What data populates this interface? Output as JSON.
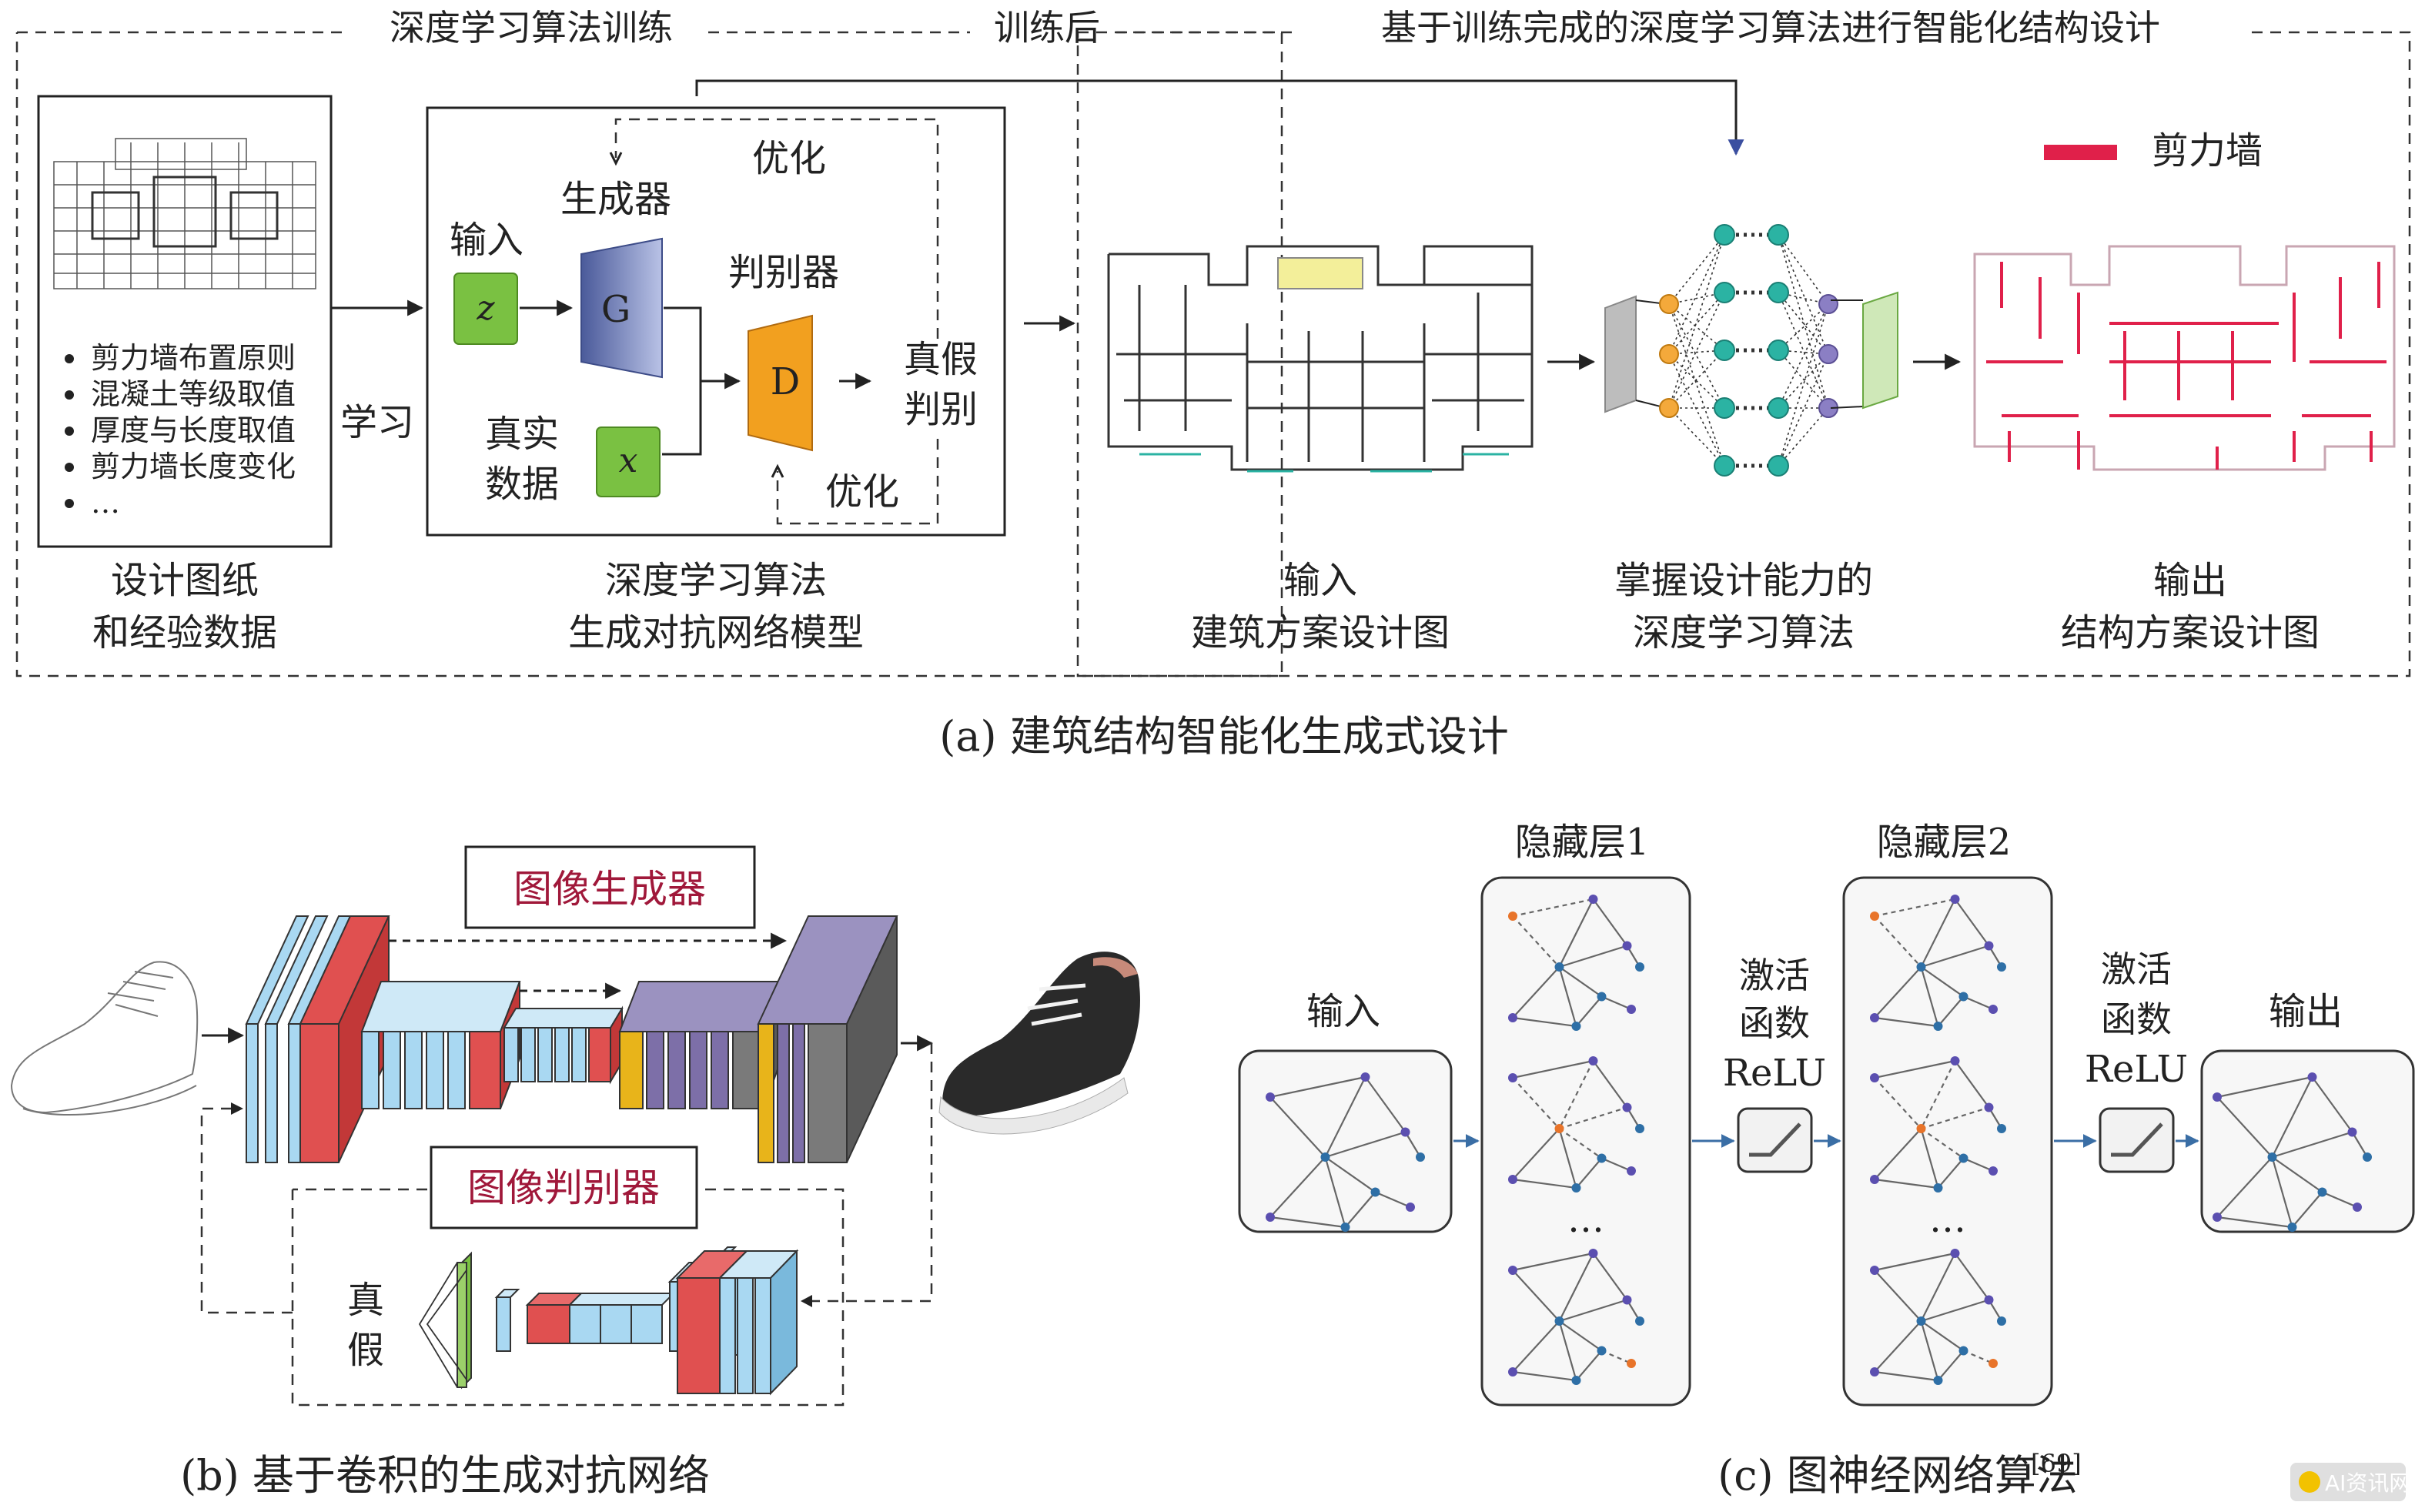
{
  "panel_a": {
    "stage_training": "深度学习算法训练",
    "stage_after": "训练后",
    "stage_design": "基于训练完成的深度学习算法进行智能化结构设计",
    "drawing_bullets": [
      "剪力墙布置原则",
      "混凝土等级取值",
      "厚度与长度取值",
      "剪力墙长度变化",
      "…"
    ],
    "drawing_caption_1": "设计图纸",
    "drawing_caption_2": "和经验数据",
    "learn_label": "学习",
    "gan": {
      "optimize_top": "优化",
      "generator": "生成器",
      "input": "输入",
      "z": "z",
      "g": "G",
      "discriminator": "判别器",
      "d": "D",
      "real_1": "真实",
      "real_2": "数据",
      "x": "x",
      "judge_1": "真假",
      "judge_2": "判别",
      "optimize_bottom": "优化"
    },
    "gan_caption_1": "深度学习算法",
    "gan_caption_2": "生成对抗网络模型",
    "legend_label": "剪力墙",
    "input_caption_1": "输入",
    "input_caption_2": "建筑方案设计图",
    "dl_caption_1": "掌握设计能力的",
    "dl_caption_2": "深度学习算法",
    "output_caption_1": "输出",
    "output_caption_2": "结构方案设计图",
    "title": "(a) 建筑结构智能化生成式设计"
  },
  "panel_b": {
    "generator_label": "图像生成器",
    "discriminator_label": "图像判别器",
    "real": "真",
    "fake": "假",
    "title": "(b) 基于卷积的生成对抗网络"
  },
  "panel_c": {
    "hidden1": "隐藏层1",
    "hidden2": "隐藏层2",
    "input": "输入",
    "output": "输出",
    "act1_1": "激活",
    "act1_2": "函数",
    "act1_3": "ReLU",
    "act2_1": "激活",
    "act2_2": "函数",
    "act2_3": "ReLU",
    "ellipsis1": "…",
    "ellipsis2": "…",
    "title": "(c) 图神经网络算法",
    "ref": "[69]"
  },
  "watermark": "AI资讯网",
  "colors": {
    "shear_wall": "#e0204a",
    "generator_green": "#7ac142",
    "discriminator_orange": "#f2a01f",
    "node_teal": "#2bb3a3",
    "node_orange": "#f4a93b",
    "node_purple": "#8b7fc4",
    "gen_label_color": "#a0183a",
    "layer_blue": "#a9d8f2",
    "layer_red": "#e05050",
    "layer_gray": "#7a7a7a",
    "layer_purple": "#7d6fa8",
    "layer_yellow": "#e8b41a",
    "gnn_blue": "#2e6fa6",
    "gnn_purple": "#5b4fb0",
    "gnn_orange": "#e8742a"
  }
}
